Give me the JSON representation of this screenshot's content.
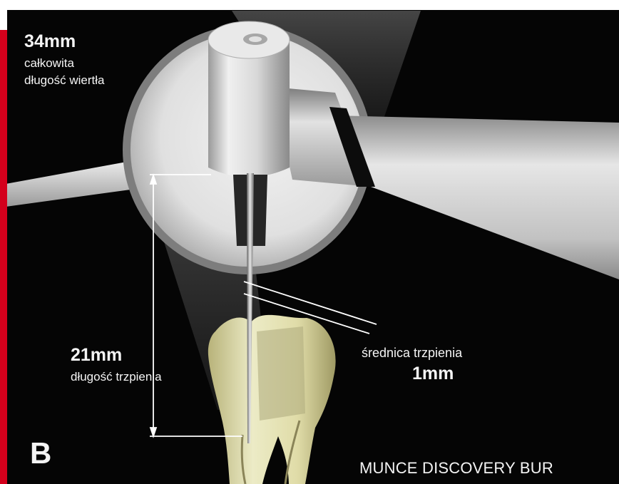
{
  "annotations": {
    "total_length_value": "34mm",
    "total_length_line1": "całkowita",
    "total_length_line2": "długość wiertła",
    "shank_length_value": "21mm",
    "shank_length_desc": "długość trzpienia",
    "shank_diameter_desc": "średnica trzpienia",
    "shank_diameter_value": "1mm"
  },
  "panel_letter": "B",
  "product_caption": "MUNCE DISCOVERY BUR",
  "colors": {
    "red_accent": "#d4001c",
    "background": "#050505",
    "label_text": "#f4f4f4",
    "tooth_enamel": "#e4e1b0",
    "metal": "#c8c8c8"
  }
}
